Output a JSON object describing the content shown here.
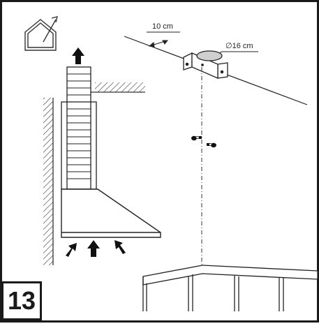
{
  "step_number": "13",
  "labels": {
    "distance": "10 cm",
    "diameter": "∅16 cm"
  },
  "icons": {
    "house": "house-vent-out-icon"
  }
}
